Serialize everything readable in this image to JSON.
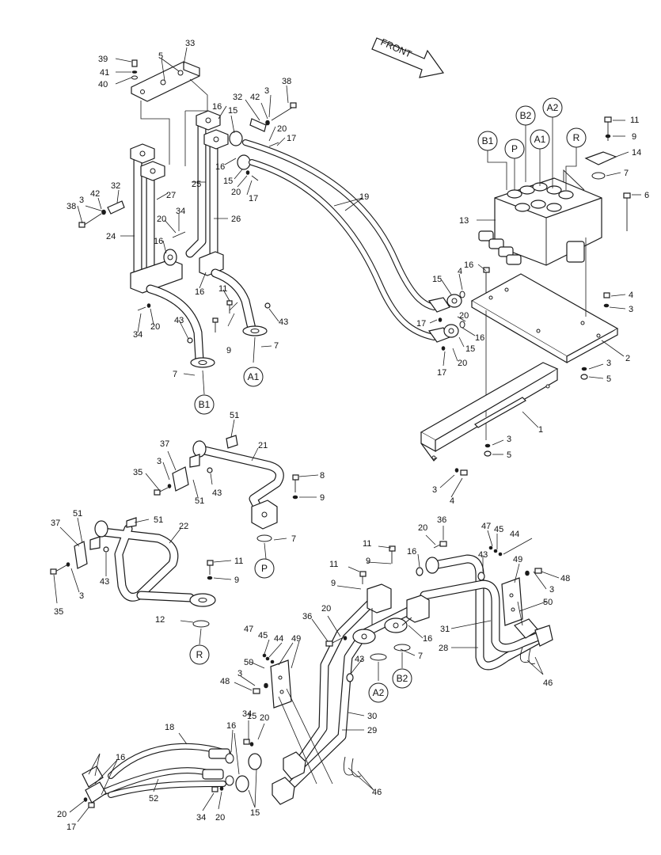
{
  "front_label": "FRONT",
  "port_labels": {
    "A1_top": "A1",
    "A2_top": "A2",
    "B1_top": "B1",
    "B2_top": "B2",
    "P_top": "P",
    "R_top": "R",
    "A1_left": "A1",
    "B1_left": "B1",
    "P_mid": "P",
    "R_left": "R",
    "A2_bottom": "A2",
    "B2_bottom": "B2"
  },
  "callouts": [
    {
      "id": "c1",
      "text": "39"
    },
    {
      "id": "c2",
      "text": "41"
    },
    {
      "id": "c3",
      "text": "40"
    },
    {
      "id": "c4",
      "text": "5"
    },
    {
      "id": "c5",
      "text": "33"
    },
    {
      "id": "c6",
      "text": "16"
    },
    {
      "id": "c7",
      "text": "15"
    },
    {
      "id": "c8",
      "text": "32"
    },
    {
      "id": "c9",
      "text": "42"
    },
    {
      "id": "c10",
      "text": "3"
    },
    {
      "id": "c11",
      "text": "38"
    },
    {
      "id": "c12",
      "text": "20"
    },
    {
      "id": "c13",
      "text": "17"
    },
    {
      "id": "c14",
      "text": "16"
    },
    {
      "id": "c15",
      "text": "15"
    },
    {
      "id": "c16",
      "text": "20"
    },
    {
      "id": "c17",
      "text": "17"
    },
    {
      "id": "c18",
      "text": "25"
    },
    {
      "id": "c19",
      "text": "27"
    },
    {
      "id": "c20",
      "text": "32"
    },
    {
      "id": "c21",
      "text": "42"
    },
    {
      "id": "c22",
      "text": "3"
    },
    {
      "id": "c23",
      "text": "38"
    },
    {
      "id": "c24",
      "text": "24"
    },
    {
      "id": "c25",
      "text": "34"
    },
    {
      "id": "c26",
      "text": "20"
    },
    {
      "id": "c27",
      "text": "26"
    },
    {
      "id": "c28",
      "text": "16"
    },
    {
      "id": "c29",
      "text": "16"
    },
    {
      "id": "c30",
      "text": "11"
    },
    {
      "id": "c31",
      "text": "9"
    },
    {
      "id": "c32",
      "text": "34"
    },
    {
      "id": "c33",
      "text": "20"
    },
    {
      "id": "c34",
      "text": "43"
    },
    {
      "id": "c35",
      "text": "43"
    },
    {
      "id": "c36",
      "text": "7"
    },
    {
      "id": "c37",
      "text": "7"
    },
    {
      "id": "c38",
      "text": "19"
    },
    {
      "id": "c39",
      "text": "15"
    },
    {
      "id": "c40",
      "text": "4"
    },
    {
      "id": "c41",
      "text": "17"
    },
    {
      "id": "c42",
      "text": "20"
    },
    {
      "id": "c43",
      "text": "16"
    },
    {
      "id": "c44",
      "text": "15"
    },
    {
      "id": "c45",
      "text": "17"
    },
    {
      "id": "c46",
      "text": "20"
    },
    {
      "id": "c47",
      "text": "16"
    },
    {
      "id": "c48",
      "text": "13"
    },
    {
      "id": "c49",
      "text": "11"
    },
    {
      "id": "c50",
      "text": "9"
    },
    {
      "id": "c51",
      "text": "14"
    },
    {
      "id": "c52",
      "text": "7"
    },
    {
      "id": "c53",
      "text": "6"
    },
    {
      "id": "c54",
      "text": "4"
    },
    {
      "id": "c55",
      "text": "3"
    },
    {
      "id": "c56",
      "text": "2"
    },
    {
      "id": "c57",
      "text": "3"
    },
    {
      "id": "c58",
      "text": "5"
    },
    {
      "id": "c59",
      "text": "1"
    },
    {
      "id": "c60",
      "text": "3"
    },
    {
      "id": "c61",
      "text": "5"
    },
    {
      "id": "c62",
      "text": "3"
    },
    {
      "id": "c63",
      "text": "4"
    },
    {
      "id": "c64",
      "text": "51"
    },
    {
      "id": "c65",
      "text": "21"
    },
    {
      "id": "c66",
      "text": "37"
    },
    {
      "id": "c67",
      "text": "3"
    },
    {
      "id": "c68",
      "text": "35"
    },
    {
      "id": "c69",
      "text": "51"
    },
    {
      "id": "c70",
      "text": "43"
    },
    {
      "id": "c71",
      "text": "8"
    },
    {
      "id": "c72",
      "text": "9"
    },
    {
      "id": "c73",
      "text": "7"
    },
    {
      "id": "c74",
      "text": "51"
    },
    {
      "id": "c75",
      "text": "37"
    },
    {
      "id": "c76",
      "text": "51"
    },
    {
      "id": "c77",
      "text": "22"
    },
    {
      "id": "c78",
      "text": "43"
    },
    {
      "id": "c79",
      "text": "3"
    },
    {
      "id": "c80",
      "text": "35"
    },
    {
      "id": "c81",
      "text": "11"
    },
    {
      "id": "c82",
      "text": "9"
    },
    {
      "id": "c83",
      "text": "12"
    },
    {
      "id": "c84",
      "text": "20"
    },
    {
      "id": "c85",
      "text": "36"
    },
    {
      "id": "c86",
      "text": "47"
    },
    {
      "id": "c87",
      "text": "45"
    },
    {
      "id": "c88",
      "text": "44"
    },
    {
      "id": "c89",
      "text": "11"
    },
    {
      "id": "c90",
      "text": "9"
    },
    {
      "id": "c91",
      "text": "16"
    },
    {
      "id": "c92",
      "text": "43"
    },
    {
      "id": "c93",
      "text": "49"
    },
    {
      "id": "c94",
      "text": "48"
    },
    {
      "id": "c95",
      "text": "11"
    },
    {
      "id": "c96",
      "text": "9"
    },
    {
      "id": "c97",
      "text": "3"
    },
    {
      "id": "c98",
      "text": "50"
    },
    {
      "id": "c99",
      "text": "36"
    },
    {
      "id": "c100",
      "text": "20"
    },
    {
      "id": "c101",
      "text": "16"
    },
    {
      "id": "c102",
      "text": "31"
    },
    {
      "id": "c103",
      "text": "28"
    },
    {
      "id": "c104",
      "text": "7"
    },
    {
      "id": "c105",
      "text": "47"
    },
    {
      "id": "c106",
      "text": "45"
    },
    {
      "id": "c107",
      "text": "44"
    },
    {
      "id": "c108",
      "text": "49"
    },
    {
      "id": "c109",
      "text": "43"
    },
    {
      "id": "c110",
      "text": "46"
    },
    {
      "id": "c111",
      "text": "50"
    },
    {
      "id": "c112",
      "text": "3"
    },
    {
      "id": "c113",
      "text": "48"
    },
    {
      "id": "c114",
      "text": "30"
    },
    {
      "id": "c115",
      "text": "29"
    },
    {
      "id": "c116",
      "text": "18"
    },
    {
      "id": "c117",
      "text": "34"
    },
    {
      "id": "c118",
      "text": "20"
    },
    {
      "id": "c119",
      "text": "16"
    },
    {
      "id": "c120",
      "text": "15"
    },
    {
      "id": "c121",
      "text": "16"
    },
    {
      "id": "c122",
      "text": "46"
    },
    {
      "id": "c123",
      "text": "52"
    },
    {
      "id": "c124",
      "text": "20"
    },
    {
      "id": "c125",
      "text": "17"
    },
    {
      "id": "c126",
      "text": "34"
    },
    {
      "id": "c127",
      "text": "20"
    },
    {
      "id": "c128",
      "text": "15"
    }
  ]
}
